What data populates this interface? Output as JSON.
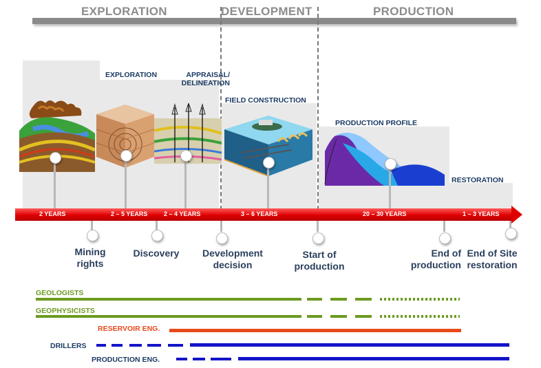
{
  "phases": {
    "exploration": "EXPLORATION",
    "development": "DEVELOPMENT",
    "production": "PRODUCTION"
  },
  "stage_labels": {
    "exploration": "EXPLORATION",
    "appraisal": "APPRAISAL/\nDELINEATION",
    "field_construction": "FIELD CONSTRUCTION",
    "production_profile": "PRODUCTION PROFILE",
    "restoration": "RESTORATION"
  },
  "durations": [
    "2 YEARS",
    "2 – 5 YEARS",
    "2 – 4 YEARS",
    "3 – 6 YEARS",
    "20 – 30 YEARS",
    "1 – 3 YEARS"
  ],
  "milestones": {
    "mining_rights": "Mining\nrights",
    "discovery": "Discovery",
    "development_decision": "Development\ndecision",
    "start_of_production": "Start of\nproduction",
    "end_of_production": "End of\nproduction",
    "end_of_site_restoration": "End of Site\nrestoration"
  },
  "roles": {
    "geologists": "GEOLOGISTS",
    "geophysicists": "GEOPHYSICISTS",
    "reservoir_eng": "RESERVOIR ENG.",
    "drillers": "DRILLERS",
    "production_eng": "PRODUCTION ENG."
  },
  "colors": {
    "green": "#6b9a1f",
    "red": "#e84a1a",
    "blue": "#1414c8",
    "timeline": "#e00000",
    "heading": "#1b3a63"
  }
}
